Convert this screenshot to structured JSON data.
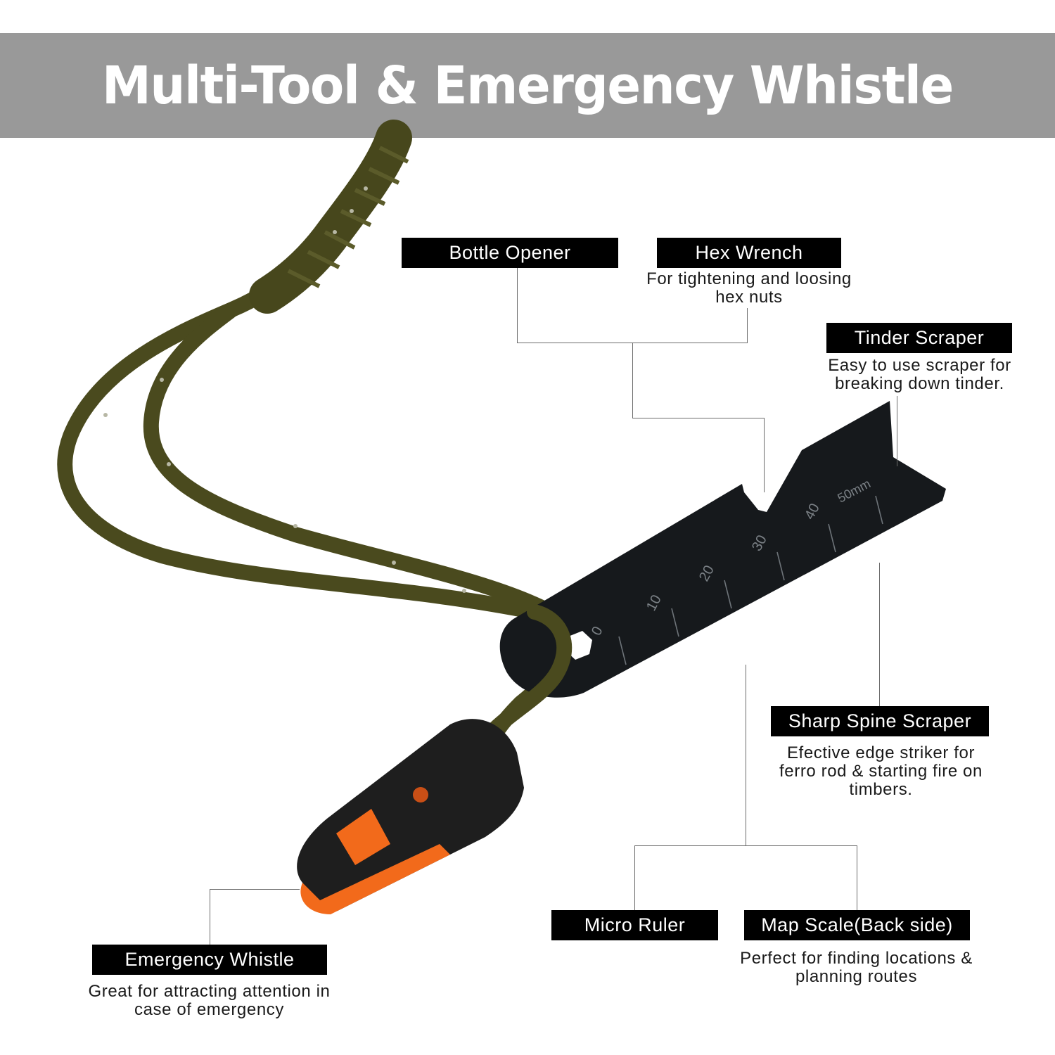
{
  "title": "Multi-Tool & Emergency Whistle",
  "colors": {
    "banner_bg": "#999999",
    "banner_text": "#ffffff",
    "label_bg": "#000000",
    "label_text": "#ffffff",
    "cord": "#4a4a1e",
    "tool": "#16191c",
    "whistle_orange": "#f26a1b",
    "whistle_black": "#1e1e1e"
  },
  "callouts": [
    {
      "id": "bottle-opener",
      "label": "Bottle Opener",
      "description": ""
    },
    {
      "id": "hex-wrench",
      "label": "Hex Wrench",
      "description_lines": [
        "For tightening and loosing",
        "hex nuts"
      ]
    },
    {
      "id": "tinder-scraper",
      "label": "Tinder Scraper",
      "description_lines": [
        "Easy to use scraper for",
        "breaking down tinder."
      ]
    },
    {
      "id": "sharp-spine-scraper",
      "label": "Sharp Spine Scraper",
      "description_lines": [
        "Efective edge striker for",
        "ferro rod & starting fire on",
        "timbers."
      ]
    },
    {
      "id": "micro-ruler",
      "label": "Micro Ruler",
      "description": ""
    },
    {
      "id": "map-scale",
      "label": "Map Scale(Back side)",
      "description_lines": [
        "Perfect for finding locations &",
        "planning routes"
      ]
    },
    {
      "id": "emergency-whistle",
      "label": "Emergency Whistle",
      "description_lines": [
        "Great for attracting attention in",
        "case of emergency"
      ]
    }
  ],
  "ruler": {
    "ticks": [
      "0",
      "10",
      "20",
      "30",
      "40",
      "50mm"
    ]
  }
}
